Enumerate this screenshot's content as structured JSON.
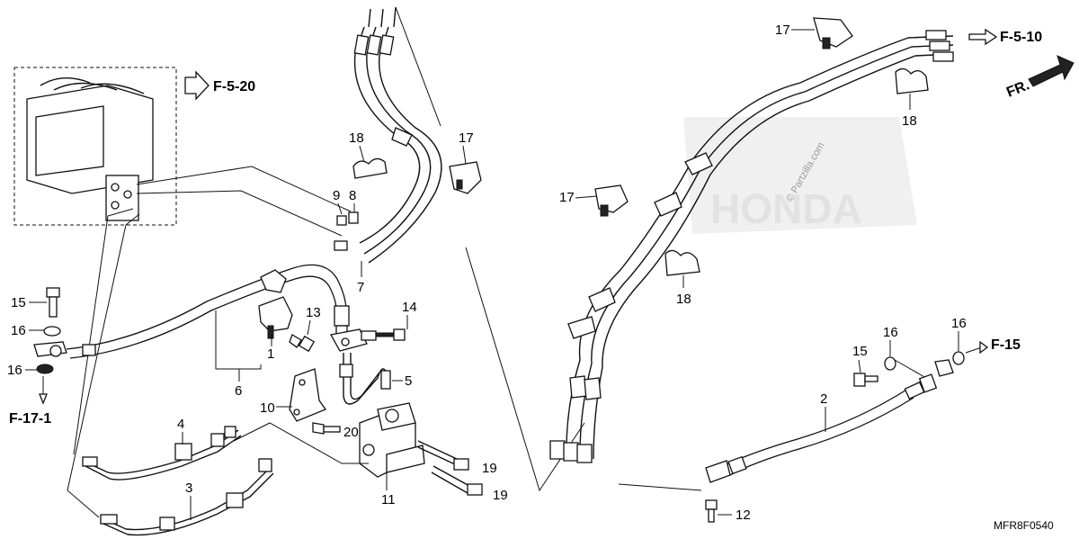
{
  "diagram": {
    "callouts": {
      "p17_top": "17",
      "p18_top": "18",
      "p17_mid": "17",
      "p9": "9",
      "p8": "8",
      "p7": "7",
      "p17_right": "17",
      "p18_right_top": "18",
      "p18_right_mid": "18",
      "p15_left": "15",
      "p16_left_a": "16",
      "p16_left_b": "16",
      "p13": "13",
      "p14": "14",
      "p1": "1",
      "p6": "6",
      "p5": "5",
      "p10": "10",
      "p20": "20",
      "p4": "4",
      "p19_a": "19",
      "p19_b": "19",
      "p3": "3",
      "p11": "11",
      "p15_right": "15",
      "p16_right_a": "16",
      "p16_right_b": "16",
      "p2": "2",
      "p12": "12"
    },
    "references": {
      "f5_20": "F-5-20",
      "f5_10": "F-5-10",
      "f17_1": "F-17-1",
      "f15": "F-15"
    },
    "front_indicator": "FR.",
    "watermark_brand": "HONDA",
    "watermark_site": "© Partzilla.com",
    "diagram_code": "MFR8F0540"
  }
}
